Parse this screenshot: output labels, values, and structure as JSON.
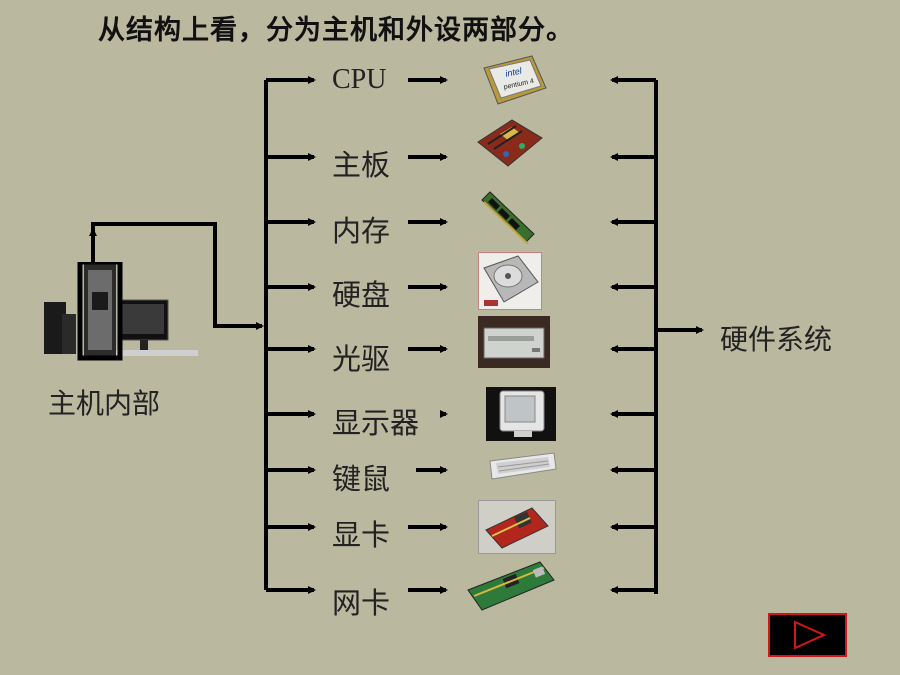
{
  "title": "从结构上看，分为主机和外设两部分。",
  "host_label": "主机内部",
  "result_label": "硬件系统",
  "components": [
    {
      "label": "CPU",
      "icon": "cpu-chip-icon"
    },
    {
      "label": "主板",
      "icon": "motherboard-icon"
    },
    {
      "label": "内存",
      "icon": "memory-stick-icon"
    },
    {
      "label": "硬盘",
      "icon": "hard-disk-icon"
    },
    {
      "label": "光驱",
      "icon": "optical-drive-icon"
    },
    {
      "label": "显示器",
      "icon": "monitor-icon"
    },
    {
      "label": "键鼠",
      "icon": "keyboard-icon"
    },
    {
      "label": "显卡",
      "icon": "graphics-card-icon"
    },
    {
      "label": "网卡",
      "icon": "network-card-icon"
    }
  ],
  "cpu_chip_text": {
    "brand": "intel",
    "model": "pentium 4"
  },
  "play_button": {
    "icon": "play-triangle-icon",
    "accent": "#d01818"
  }
}
